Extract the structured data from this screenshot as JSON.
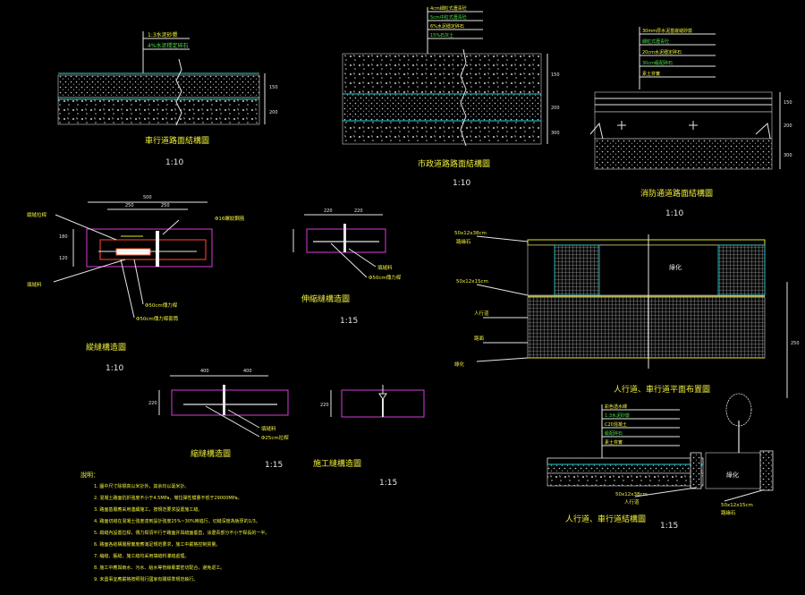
{
  "drawings": {
    "d1": {
      "title": "車行道路面結構圖",
      "scale": "1:10",
      "callouts": [
        "1:3水泥砂漿",
        "4%水泥穩定碎石"
      ],
      "dims": [
        "150",
        "200"
      ]
    },
    "d2": {
      "title": "市政道路路面結構圖",
      "scale": "1:10",
      "callouts": [
        "4cm細粒式瀝青砼",
        "5cm中粒式瀝青砼",
        "6%水泥穩定碎石",
        "15%石灰土"
      ],
      "dims": [
        "150",
        "200",
        "300"
      ]
    },
    "d3": {
      "title": "消防通道路面結構圖",
      "scale": "1:10",
      "callouts": [
        "30mm厚水泥基嵌縫砂漿",
        "細粒式瀝青砼",
        "20cm水泥穩定碎石",
        "30cm級配碎石",
        "素土夯實"
      ],
      "dims": [
        "150",
        "200",
        "300"
      ]
    },
    "d4": {
      "title": "縱縫構造圖",
      "scale": "1:10",
      "callouts": [
        "縱縫拉桿",
        "Φ16螺紋鋼筋",
        "填縫料",
        "Φ50cm傳力桿",
        "Φ50cm傳力桿套筒"
      ],
      "dims": [
        "500",
        "250",
        "250",
        "180",
        "120"
      ]
    },
    "d5": {
      "title": "伸縮縫構造圖",
      "scale": "1:15",
      "callouts": [
        "填縫料",
        "Φ50cm傳力桿"
      ],
      "dims": [
        "220",
        "220"
      ]
    },
    "d6": {
      "title": "縮縫構造圖",
      "scale": "1:15",
      "callouts": [
        "填縫料",
        "Φ25cm拉桿"
      ],
      "dims": [
        "400",
        "400",
        "220"
      ]
    },
    "d7": {
      "title": "施工縫構造圖",
      "scale": "1:15",
      "dims": [
        "220"
      ]
    },
    "d8": {
      "title": "人行道、車行道平面布置圖",
      "callouts": [
        "50x12x38cm",
        "路緣石",
        "50x12x15cm",
        "人行道",
        "路面",
        "綠化"
      ],
      "label_center": "綠化",
      "dims": [
        "250"
      ]
    },
    "d9": {
      "title": "人行道、車行道結構圖",
      "scale": "1:15",
      "callouts": [
        "彩色透水磚",
        "1:3水泥砂漿",
        "C20混凝土",
        "級配碎石",
        "素土夯實"
      ],
      "label_center": "綠化",
      "label_a": "50x12x38cm",
      "label_b": "50x12x15cm"
    }
  },
  "notes": {
    "heading": "說明：",
    "items": [
      "1. 圖中尺寸除標高以米計外，其余均以毫米計。",
      "2. 混凝土路面抗折強度不小于4.5MPa，彎拉彈性模量不低于29000MPa。",
      "3. 路面基層應采用連續施工，按規范要求設置施工縫。",
      "4. 路面切縫在混凝土強度達到設計強度25%~30%時進行，切縫深度為板厚的1/3。",
      "5. 縱縫內設置拉桿，傳力桿須平行于路面并與縫面垂直，涂瀝青部分不小于桿長的一半。",
      "6. 路面各結構層壓實度應滿足規范要求，施工中嚴格控制質量。",
      "7. 縮縫、脹縫、施工縫均采用填縫料灌縫處理。",
      "8. 施工中應與雨水、污水、給水等管線專業密切配合，避免返工。",
      "9. 未盡事宜應嚴格按照現行國家有關標準規范執行。"
    ]
  }
}
